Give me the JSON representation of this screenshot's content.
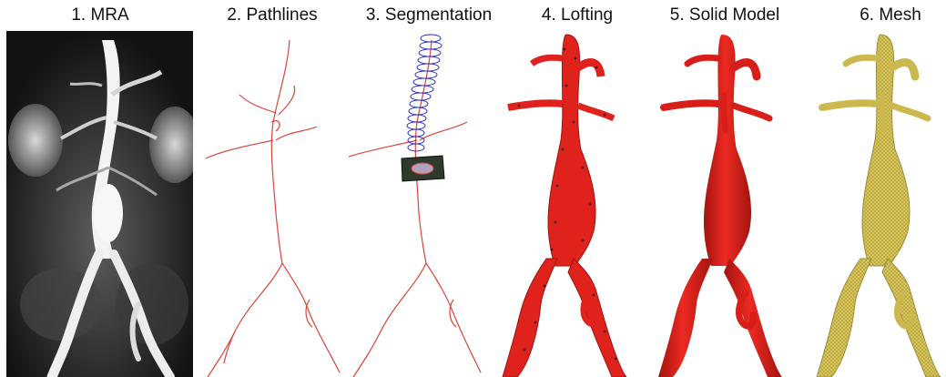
{
  "figure": {
    "steps": [
      {
        "label": "1. MRA"
      },
      {
        "label": "2. Pathlines"
      },
      {
        "label": "3. Segmentation"
      },
      {
        "label": "4. Lofting"
      },
      {
        "label": "5. Solid Model"
      },
      {
        "label": "6. Mesh"
      }
    ]
  },
  "colors": {
    "pathline": "#d9453a",
    "segmentation_ring": "#2b2bd0",
    "model_red": "#e0221c",
    "model_red_shade": "#9e1410",
    "mesh_yellow": "#d9c65a",
    "mesh_shade": "#8f7f2a",
    "mra_bg": "#1a1a1a"
  }
}
